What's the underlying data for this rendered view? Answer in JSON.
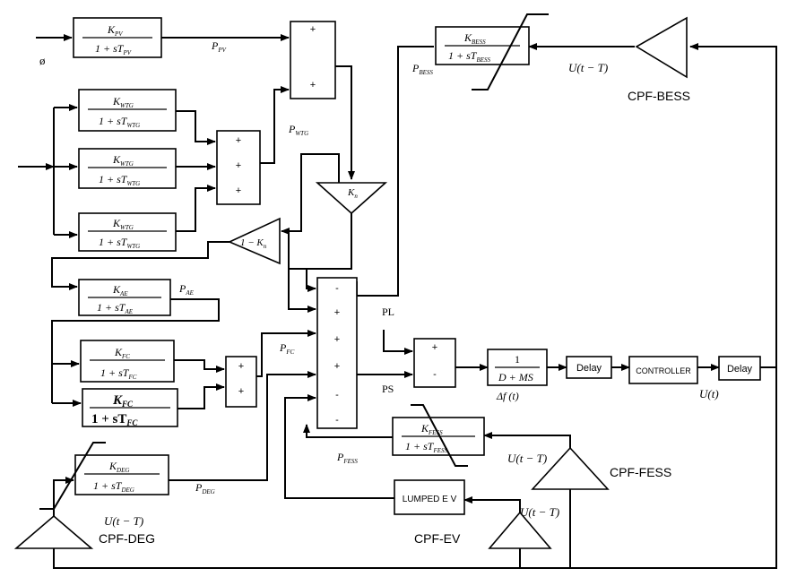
{
  "input_symbol": "ø",
  "blocks": {
    "pv": {
      "num": "K",
      "num_sub": "PV",
      "den": "1 + sT",
      "den_sub": "PV"
    },
    "wtg1": {
      "num": "K",
      "num_sub": "WTG",
      "den": "1 + sT",
      "den_sub": "WTG"
    },
    "wtg2": {
      "num": "K",
      "num_sub": "WTG",
      "den": "1 + sT",
      "den_sub": "WTG"
    },
    "wtg3": {
      "num": "K",
      "num_sub": "WTG",
      "den": "1 + sT",
      "den_sub": "WTG"
    },
    "ae": {
      "num": "K",
      "num_sub": "AE",
      "den": "1 + sT",
      "den_sub": "AE"
    },
    "fc1": {
      "num": "K",
      "num_sub": "FC",
      "den": "1 + sT",
      "den_sub": "FC"
    },
    "fc2": {
      "num": "K",
      "num_sub": "FC",
      "den": "1 + sT",
      "den_sub": "FC"
    },
    "deg": {
      "num": "K",
      "num_sub": "DEG",
      "den": "1 + sT",
      "den_sub": "DEG"
    },
    "bess": {
      "num": "K",
      "num_sub": "BESS",
      "den": "1 + sT",
      "den_sub": "BESS"
    },
    "fess": {
      "num": "K",
      "num_sub": "FESS",
      "den": "1 + sT",
      "den_sub": "FESS"
    },
    "system": {
      "num": "1",
      "den": "D + MS"
    },
    "lumped_ev": "LUMPED E V",
    "delay1": "Delay",
    "controller": "CONTROLLER",
    "delay2": "Delay"
  },
  "gains": {
    "kn": "K",
    "kn_sub": "n",
    "one_minus_kn": "1 − K",
    "one_minus_kn_sub": "n"
  },
  "signals": {
    "p_pv": {
      "main": "P",
      "sub": "PV"
    },
    "p_wtg": {
      "main": "P",
      "sub": "WTG"
    },
    "p_ae": {
      "main": "P",
      "sub": "AE"
    },
    "p_fc": {
      "main": "P",
      "sub": "FC"
    },
    "p_deg": {
      "main": "P",
      "sub": "DEG"
    },
    "p_bess": {
      "main": "P",
      "sub": "BESS"
    },
    "p_fess": {
      "main": "P",
      "sub": "FESS"
    },
    "pl": "PL",
    "ps": "PS",
    "delta_f": "Δf (t)",
    "u_t": "U(t)",
    "u_t_minus_T": "U(t − T)"
  },
  "cpf_labels": {
    "bess": "CPF-BESS",
    "fess": "CPF-FESS",
    "deg": "CPF-DEG",
    "ev": "CPF-EV"
  },
  "summer_signs": {
    "pv_sum": [
      "+",
      "+"
    ],
    "wtg_sum": [
      "+",
      "+",
      "+"
    ],
    "fc_sum": [
      "+",
      "+"
    ],
    "main_sum": [
      "-",
      "+",
      "+",
      "+",
      "-",
      "-"
    ],
    "error_sum": [
      "+",
      "-"
    ]
  }
}
